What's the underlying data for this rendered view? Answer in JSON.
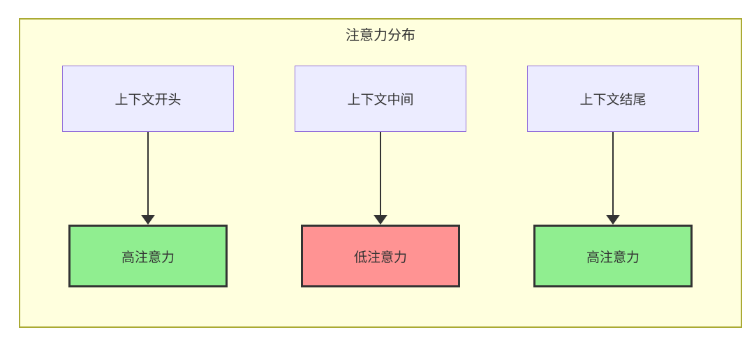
{
  "diagram": {
    "title": "注意力分布",
    "columns": [
      {
        "source": "上下文开头",
        "target": "高注意力",
        "target_level": "high"
      },
      {
        "source": "上下文中间",
        "target": "低注意力",
        "target_level": "low"
      },
      {
        "source": "上下文结尾",
        "target": "高注意力",
        "target_level": "high"
      }
    ],
    "colors": {
      "container_background": "#ffffde",
      "container_border": "#aaaa33",
      "source_node_background": "#ececff",
      "source_node_border": "#9370db",
      "high_attention_background": "#90ee90",
      "low_attention_background": "#ff9393",
      "target_node_border": "#333333",
      "arrow": "#333333",
      "text": "#333333"
    }
  }
}
